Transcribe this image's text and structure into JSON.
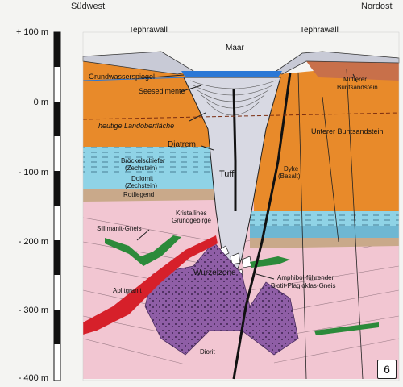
{
  "header": {
    "left": "Südwest",
    "right": "Nordost"
  },
  "scale": [
    "+ 100 m",
    "0 m",
    "- 100 m",
    "- 200 m",
    "- 300 m",
    "- 400 m"
  ],
  "labels": {
    "tephrawall_left": "Tephrawall",
    "tephrawall_right": "Tephrawall",
    "maar": "Maar",
    "grundwasserspiegel": "Grundwasserspiegel",
    "seesedimente": "Seesedimente",
    "mittlerer_buntsandstein_1": "Mittlerer",
    "mittlerer_buntsandstein_2": "Buntsandstein",
    "heutige_landoberflaeche": "heutige Landoberfläche",
    "unterer_buntsandstein": "Unterer Buntsandstein",
    "diatrem": "Diatrem",
    "tuff": "Tuff",
    "dyke_1": "Dyke",
    "dyke_2": "(Basalt)",
    "broeckelschiefer_1": "Bröckelschiefer",
    "broeckelschiefer_2": "(Zechstein)",
    "dolomit_1": "Dolomit",
    "dolomit_2": "(Zechstein)",
    "rotliegend": "Rotliegend",
    "kristallines_1": "Kristallines",
    "kristallines_2": "Grundgebirge",
    "sillimanit": "Sillimanit-Gneis",
    "wurzelzone": "Wurzelzone",
    "amphibol_1": "Amphibol-führender",
    "amphibol_2": "Biotit-Plagioklas-Gneis",
    "aplitgranit": "Aplitgranit",
    "diorit": "Diorit"
  },
  "figure_number": "6",
  "colors": {
    "background": "#f4f4f2",
    "buntsandstein": "#e88a2a",
    "mittlerer": "#c8704a",
    "zechstein_blue": "#8fd3e6",
    "zechstein_dark": "#6fb7d2",
    "rotliegend": "#c9a98a",
    "gneis": "#f2c6d2",
    "diatreme": "#d8d9e3",
    "diorit": "#8f5ea6",
    "aplitgranit": "#d6202a",
    "sillimanit": "#2c8a3a",
    "lake": "#2b78d6"
  }
}
